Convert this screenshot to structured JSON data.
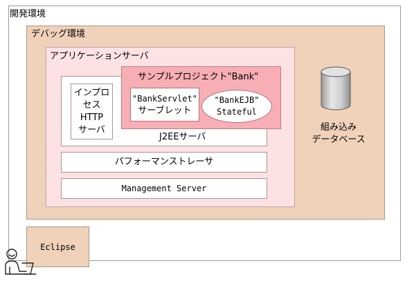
{
  "dev_env_label": "開発環境",
  "debug_env_label": "デバッグ環境",
  "app_server_label": "アプリケーションサーバ",
  "sample_project_label": "サンプルプロジェクト\"Bank\"",
  "servlet": {
    "line1": "\"BankServlet\"",
    "line2": "サーブレット"
  },
  "ejb": {
    "line1": "\"BankEJB\"",
    "line2": "Stateful"
  },
  "inproc": {
    "line1": "インプロ",
    "line2": "セスHTTP",
    "line3": "サーバ"
  },
  "j2ee_label": "J2EEサーバ",
  "tracer_label": "パフォーマンストレーサ",
  "mgmt_label": "Management Server",
  "db": {
    "line1": "組み込み",
    "line2": "データベース"
  },
  "eclipse_label": "Eclipse",
  "icons": {
    "database": "database-cylinder-icon",
    "user": "user-at-computer-icon"
  }
}
